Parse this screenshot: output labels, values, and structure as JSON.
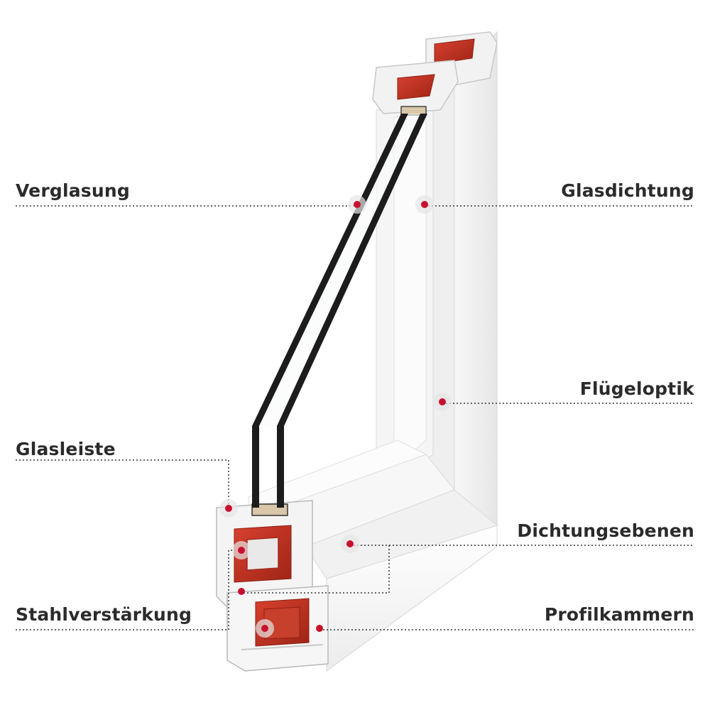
{
  "labels": {
    "verglasung": "Verglasung",
    "glasdichtung": "Glasdichtung",
    "fluegeloptik": "Flügeloptik",
    "glasleiste": "Glasleiste",
    "dichtungsebenen": "Dichtungsebenen",
    "stahlverstaerkung": "Stahlverstärkung",
    "profilkammern": "Profilkammern"
  },
  "colors": {
    "marker": "#c8102e",
    "steel": "#c0392b",
    "profile": "#f4f4f4",
    "outline": "#cfcfcf",
    "glass_edge": "#1a1a1a",
    "text": "#2b2b2b"
  }
}
